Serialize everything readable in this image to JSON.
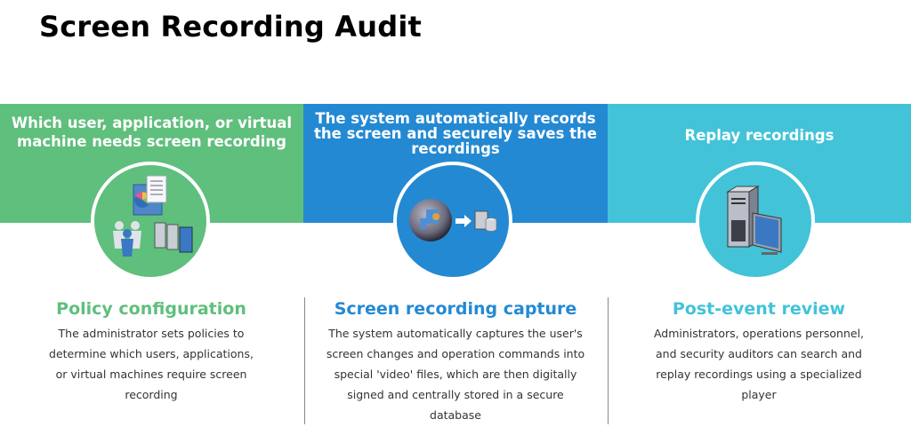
{
  "title": "Screen Recording Audit",
  "colors": {
    "green": "#5fbf7c",
    "blue": "#2489d3",
    "cyan": "#42c3d8"
  },
  "steps": [
    {
      "banner": "Which user, application, or virtual machine needs screen recording",
      "icon": "users-servers-policy-icon",
      "heading": "Policy configuration",
      "description": "The administrator sets policies to determine which users, applications, or virtual machines require screen recording"
    },
    {
      "banner": "The system automatically records the screen and securely saves the recordings",
      "icon": "record-to-database-icon",
      "heading": "Screen recording capture",
      "description": "The system automatically captures the user's screen changes and operation commands into special 'video' files, which are then digitally signed and centrally stored in a secure database"
    },
    {
      "banner": "Replay recordings",
      "icon": "computer-monitor-icon",
      "heading": "Post-event review",
      "description": "Administrators, operations personnel, and security auditors can search and replay recordings using a specialized player"
    }
  ]
}
